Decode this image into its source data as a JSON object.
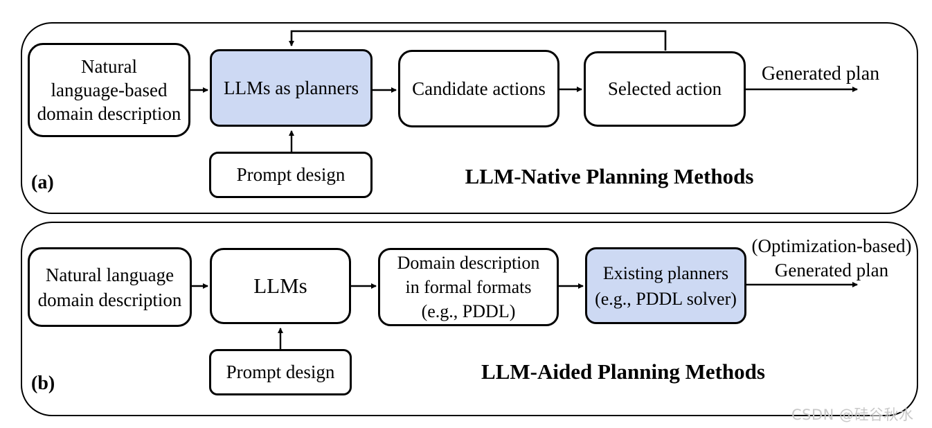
{
  "colors": {
    "highlight_fill": "#cdd9f3",
    "stroke": "#000000",
    "watermark_gray": "#c8c8c8"
  },
  "panel_a": {
    "label": "(a)",
    "title": "LLM-Native Planning Methods",
    "nodes": {
      "nl": {
        "lines": [
          "Natural",
          "language-based",
          "domain description"
        ]
      },
      "llm": {
        "label": "LLMs as planners"
      },
      "candidate": {
        "label": "Candidate actions"
      },
      "selected": {
        "label": "Selected action"
      },
      "prompt": {
        "label": "Prompt design"
      }
    },
    "output_label": "Generated plan"
  },
  "panel_b": {
    "label": "(b)",
    "title": "LLM-Aided Planning Methods",
    "nodes": {
      "nl": {
        "lines": [
          "Natural language",
          "domain description"
        ]
      },
      "llm": {
        "label": "LLMs"
      },
      "formal": {
        "lines": [
          "Domain description",
          "in formal formats",
          "(e.g., PDDL)"
        ]
      },
      "existing": {
        "lines": [
          "Existing planners",
          "(e.g., PDDL solver)"
        ]
      },
      "prompt": {
        "label": "Prompt design"
      }
    },
    "output_lines": [
      "(Optimization-based)",
      "Generated plan"
    ]
  },
  "watermark": {
    "text": "CSDN @硅谷秋水"
  }
}
